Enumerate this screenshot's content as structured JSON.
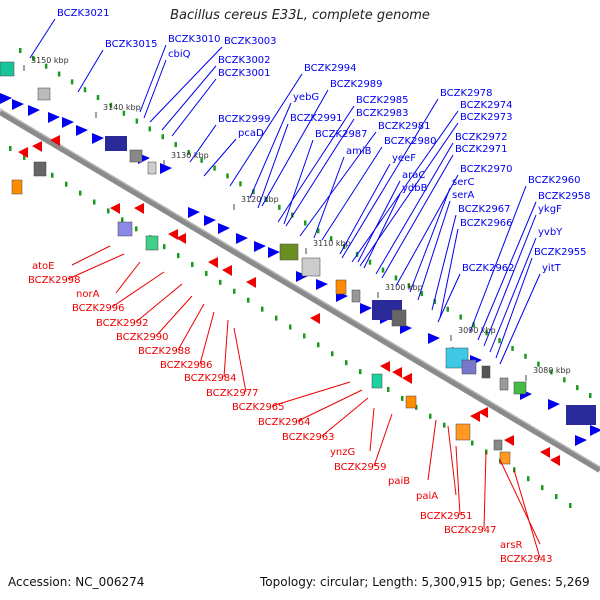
{
  "title": "Bacillus cereus E33L, complete genome",
  "footer": {
    "accession": "Accession: NC_006274",
    "summary": "Topology: circular; Length: 5,300,915 bp; Genes: 5,269"
  },
  "kbp_ticks": [
    "3150 kbp",
    "3140 kbp",
    "3130 kbp",
    "3120 kbp",
    "3110 kbp",
    "3100 kbp",
    "3090 kbp",
    "3080 kbp"
  ],
  "top_labels": [
    "BCZK3021",
    "BCZK3015",
    "BCZK3010",
    "cbiQ",
    "BCZK3003",
    "BCZK3002",
    "BCZK3001",
    "BCZK2994",
    "BCZK2999",
    "yebG",
    "pcaD",
    "BCZK2989",
    "BCZK2991",
    "BCZK2985",
    "BCZK2983",
    "BCZK2987",
    "BCZK2981",
    "amiB",
    "BCZK2978",
    "BCZK2974",
    "BCZK2973",
    "BCZK2980",
    "yeeF",
    "BCZK2972",
    "BCZK2971",
    "araC",
    "ydbB",
    "BCZK2970",
    "serC",
    "serA",
    "BCZK2967",
    "BCZK2966",
    "BCZK2960",
    "BCZK2958",
    "ykgF",
    "yvbY",
    "BCZK2962",
    "BCZK2955",
    "yitT"
  ],
  "bottom_labels": [
    "atoE",
    "BCZK2998",
    "norA",
    "BCZK2996",
    "BCZK2992",
    "BCZK2990",
    "BCZK2988",
    "BCZK2986",
    "BCZK2984",
    "BCZK2977",
    "BCZK2965",
    "BCZK2964",
    "BCZK2963",
    "ynzG",
    "BCZK2959",
    "paiB",
    "paiA",
    "BCZK2951",
    "BCZK2947",
    "arsR",
    "BCZK2943"
  ],
  "colors": {
    "forward": "#0000ee",
    "reverse": "#ee0000",
    "backbone": "#7f7f7f",
    "tick_green": "#1a9a1a"
  }
}
